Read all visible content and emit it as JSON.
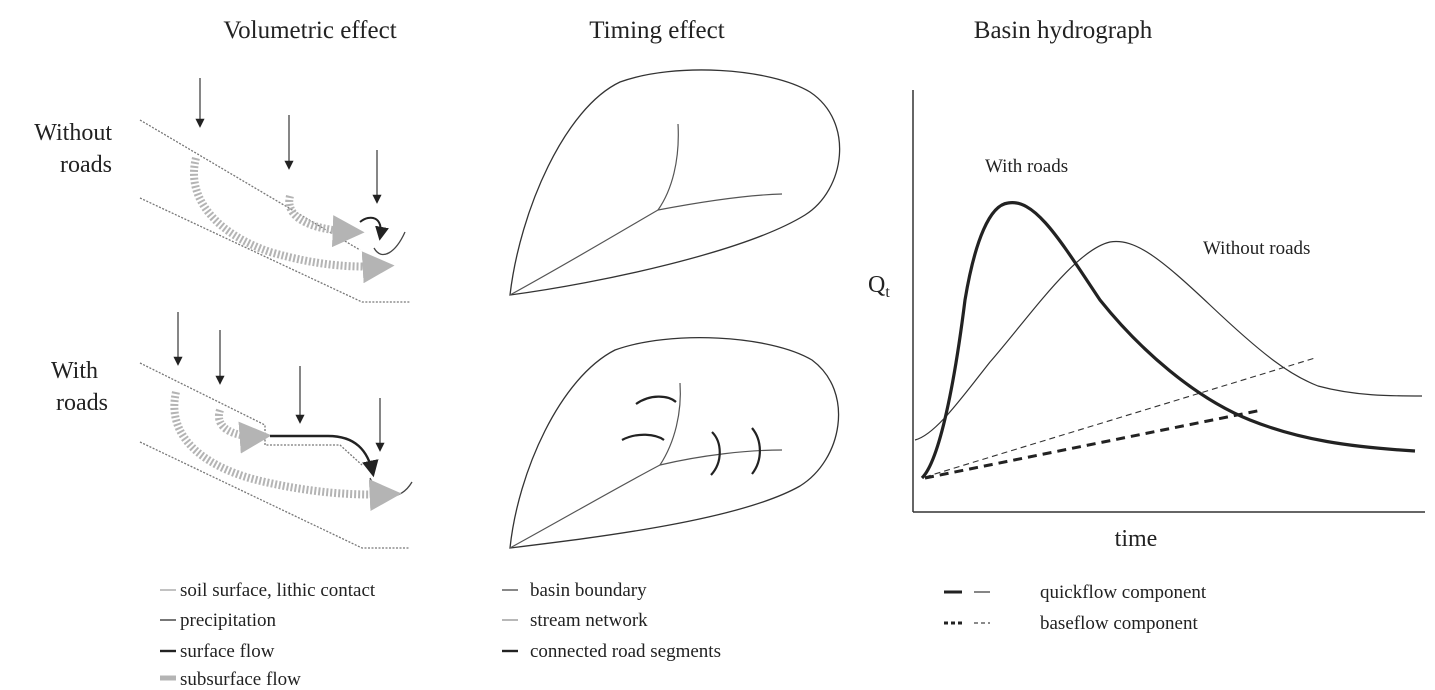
{
  "panels": {
    "volumetric": {
      "title": "Volumetric effect"
    },
    "timing": {
      "title": "Timing effect"
    },
    "hydrograph": {
      "title": "Basin hydrograph"
    }
  },
  "rows": {
    "without_roads": [
      "Without",
      "roads"
    ],
    "with_roads": [
      "With",
      "roads"
    ]
  },
  "hydrograph": {
    "y_label": "Q",
    "y_label_sub": "t",
    "x_label": "time",
    "curve_labels": {
      "with_roads": "With roads",
      "without_roads": "Without roads"
    }
  },
  "legends": {
    "volumetric": [
      "soil surface, lithic contact",
      "precipitation",
      "surface flow",
      "subsurface flow"
    ],
    "timing": [
      "basin boundary",
      "stream network",
      "connected road segments"
    ],
    "hydrograph": [
      "quickflow component",
      "baseflow component"
    ]
  },
  "colors": {
    "line": "#333333",
    "subsurface_flow": "#b4b4b4",
    "soil_line": "#888888"
  }
}
